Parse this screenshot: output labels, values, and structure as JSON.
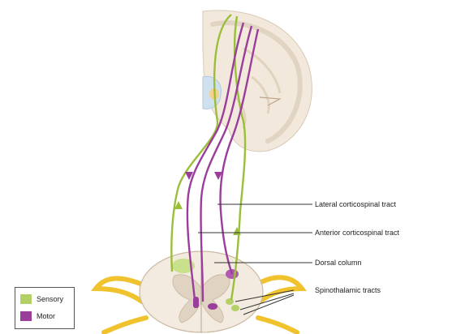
{
  "labels": {
    "lateral_corticospinal": "Lateral corticospinal tract",
    "anterior_corticospinal": "Anterior corticospinal tract",
    "dorsal_column": "Dorsal column",
    "spinothalamic": "Spinothalamic tracts"
  },
  "legend": {
    "sensory": "Sensory",
    "motor": "Motor"
  },
  "colors": {
    "sensory": "#9bbf3a",
    "motor": "#9a3e9c",
    "brain_tissue": "#f0e6d8",
    "nerve_roots": "#f0c22e"
  }
}
